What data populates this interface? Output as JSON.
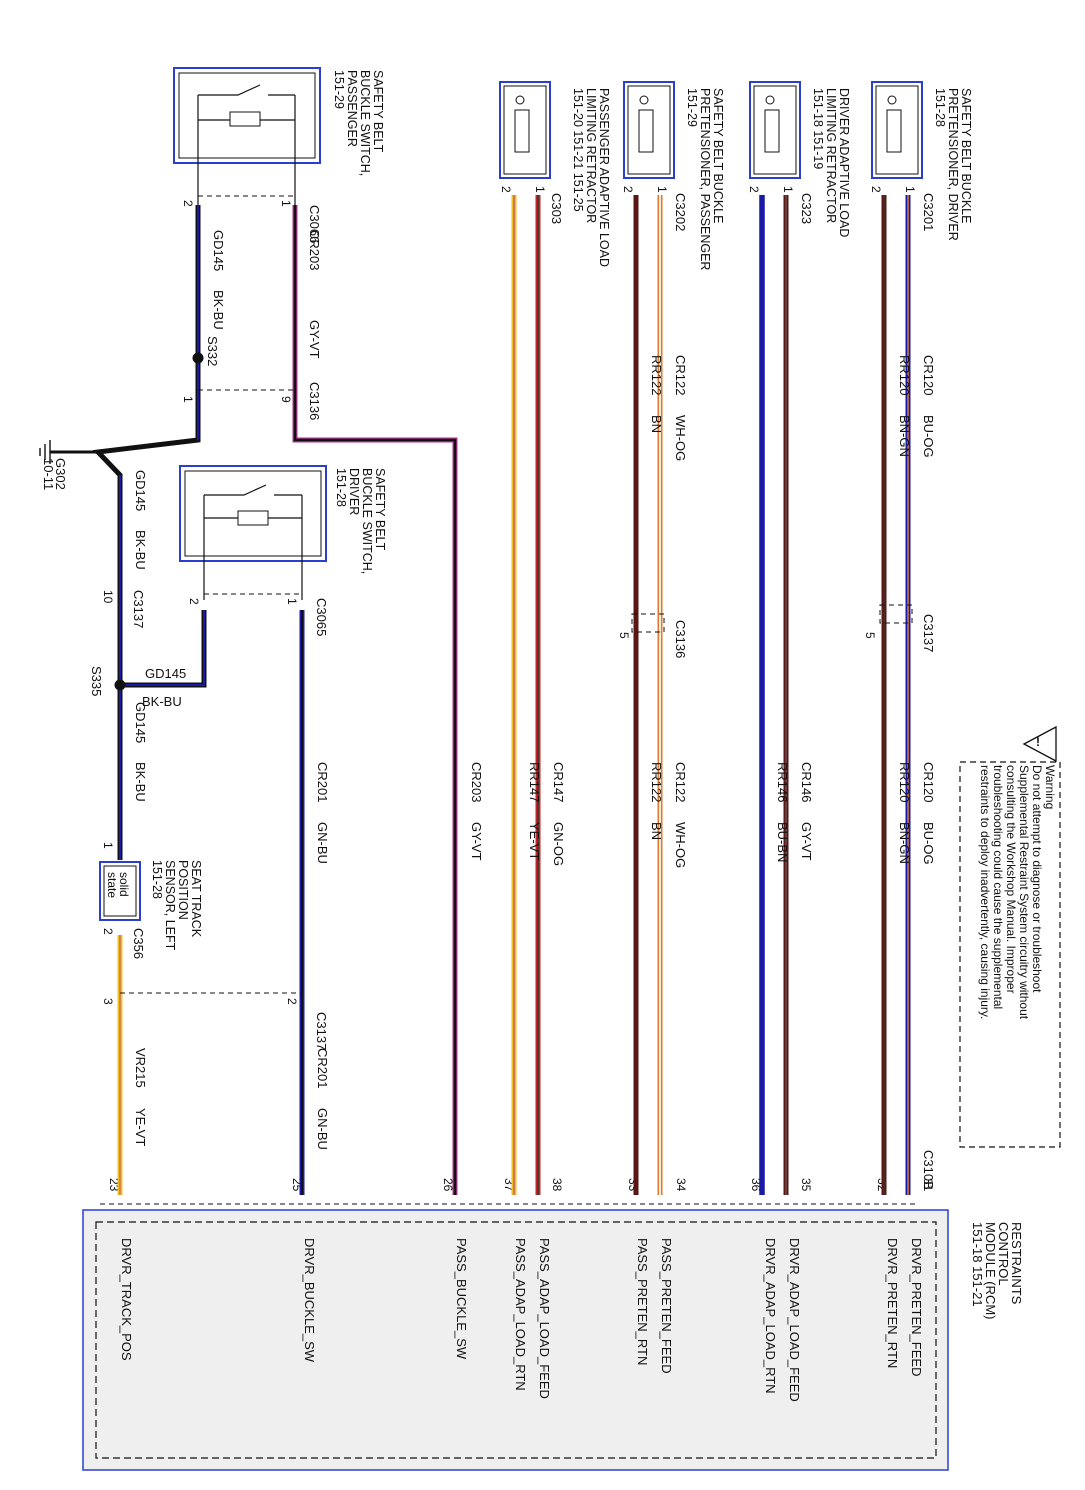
{
  "colors": {
    "BK": "#111111",
    "BU": "#1a1aa8",
    "RD": "#c0262b",
    "BN": "#5a1515",
    "OG": "#e07a2e",
    "WH": "#f4ecd8",
    "GN": "#3a3a2a",
    "GY": "#6b6b6b",
    "VT": "#b03090",
    "YE": "#f0c020",
    "BLUE_OUTLINE": "#2a3fd0",
    "MODULE_FILL": "#efefef"
  },
  "warning": {
    "title": "Warning",
    "lines": [
      "Do not attempt to diagnose or troubleshoot",
      "Supplemental Restraint System circuitry without",
      "consulting the Workshop Manual. Improper",
      "troubleshooting could cause the supplemental",
      "restraints to deploy inadvertently, causing injury."
    ]
  },
  "module": {
    "title": [
      "RESTRAINTS",
      "CONTROL",
      "MODULE (RCM)",
      "151-18  151-21"
    ],
    "connector": "C310B"
  },
  "devices": [
    {
      "id": "drv-preten",
      "title": [
        "SAFETY BELT BUCKLE",
        "PRETENSIONER, DRIVER",
        "151-28"
      ],
      "conn": "C3201"
    },
    {
      "id": "drv-load",
      "title": [
        "DRIVER ADAPTIVE LOAD",
        "LIMITING RETRACTOR",
        "151-18   151-19"
      ],
      "conn": "C323"
    },
    {
      "id": "pass-preten",
      "title": [
        "SAFETY BELT BUCKLE",
        "PRETENSIONER, PASSENGER",
        "151-29"
      ],
      "conn": "C3202"
    },
    {
      "id": "pass-load",
      "title": [
        "PASSENGER ADAPTIVE LOAD",
        "LIMITING RETRACTOR",
        "151-20   151-21   151-25"
      ],
      "conn": "C303"
    },
    {
      "id": "pass-buckle",
      "title": [
        "SAFETY BELT",
        "BUCKLE SWITCH,",
        "PASSENGER",
        "151-29"
      ],
      "conn": "C3066"
    },
    {
      "id": "drv-buckle",
      "title": [
        "SAFETY BELT",
        "BUCKLE SWITCH,",
        "DRIVER",
        "151-28"
      ],
      "conn": "C3065"
    },
    {
      "id": "seat-track",
      "title": [
        "SEAT TRACK",
        "POSITION",
        "SENSOR, LEFT",
        "151-28"
      ],
      "conn": "C356",
      "badge": [
        "solid",
        "state"
      ]
    }
  ],
  "inline": {
    "c3137": "C3137",
    "c3136": "C3136",
    "c3136b": "C3136",
    "c3137b": "C3137",
    "s332": "S332",
    "s335": "S335",
    "g302": "G302",
    "g302ref": "10-11"
  },
  "circuits": {
    "cr120": "CR120",
    "cr120c": "BU-OG",
    "rr120": "RR120",
    "rr120c": "BN-GN",
    "cr146": "CR146",
    "cr146c": "GY-VT",
    "rr146": "RR146",
    "rr146c": "BU-BN",
    "cr122": "CR122",
    "cr122c": "WH-OG",
    "rr122": "RR122",
    "rr122c": "BN",
    "cr147": "CR147",
    "cr147c": "GN-OG",
    "rr147": "RR147",
    "rr147c": "YE-VT",
    "cr203": "CR203",
    "cr203c": "GY-VT",
    "gd145": "GD145",
    "gd145c": "BK-BU",
    "cr201": "CR201",
    "cr201c": "GN-BU",
    "vr215": "VR215",
    "vr215c": "YE-VT"
  },
  "signals": [
    {
      "pin": "31",
      "name": "DRVR_PRETEN_FEED"
    },
    {
      "pin": "32",
      "name": "DRVR_PRETEN_RTN"
    },
    {
      "pin": "35",
      "name": "DRVR_ADAP_LOAD_FEED"
    },
    {
      "pin": "36",
      "name": "DRVR_ADAP_LOAD_RTN"
    },
    {
      "pin": "34",
      "name": "PASS_PRETEN_FEED"
    },
    {
      "pin": "33",
      "name": "PASS_PRETEN_RTN"
    },
    {
      "pin": "38",
      "name": "PASS_ADAP_LOAD_FEED"
    },
    {
      "pin": "37",
      "name": "PASS_ADAP_LOAD_RTN"
    },
    {
      "pin": "26",
      "name": "PASS_BUCKLE_SW"
    },
    {
      "pin": "25",
      "name": "DRVR_BUCKLE_SW"
    },
    {
      "pin": "23",
      "name": "DRVR_TRACK_POS"
    }
  ]
}
